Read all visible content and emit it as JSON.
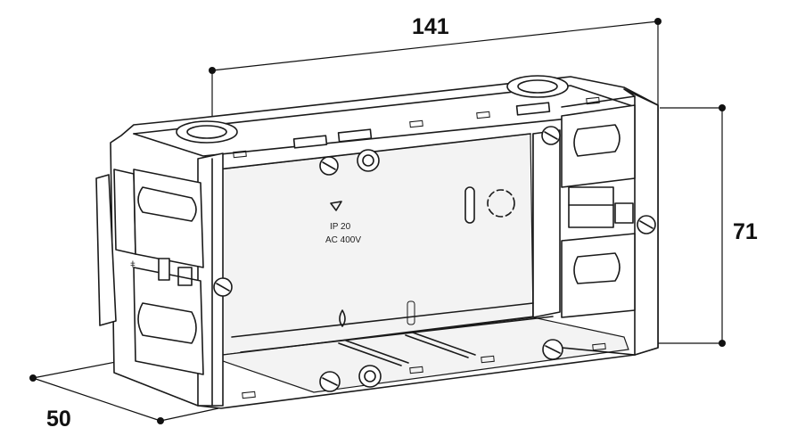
{
  "dimensions": {
    "length": "141",
    "height": "71",
    "depth": "50"
  },
  "markings": {
    "protection": "IP 20",
    "voltage": "AC 400V",
    "terminal_symbol": "ǂ"
  },
  "colors": {
    "line": "#1a1a1a",
    "background": "#ffffff"
  }
}
